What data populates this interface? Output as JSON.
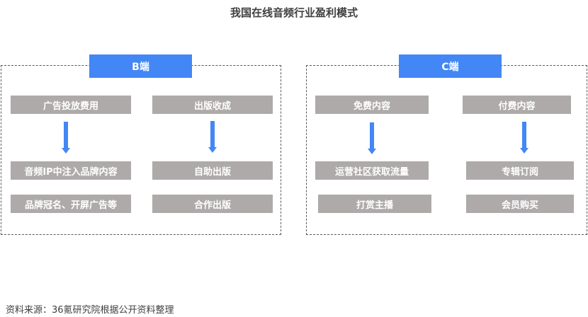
{
  "title": "我国在线音频行业盈利模式",
  "colors": {
    "header": "#4287f5",
    "node": "#aeaaaa",
    "arrow": "#4287f5",
    "border": "#595959"
  },
  "groups": [
    {
      "header": "B端",
      "columns": [
        {
          "top": "广告投放费用",
          "items": [
            "音频IP中注入品牌内容",
            "品牌冠名、开屏广告等"
          ]
        },
        {
          "top": "出版收成",
          "items": [
            "自助出版",
            "合作出版"
          ]
        }
      ]
    },
    {
      "header": "C端",
      "columns": [
        {
          "top": "免费内容",
          "items": [
            "运营社区获取流量",
            "打赏主播"
          ]
        },
        {
          "top": "付费内容",
          "items": [
            "专辑订阅",
            "会员购买"
          ]
        }
      ]
    }
  ],
  "source": "资料来源：36氪研究院根据公开资料整理"
}
